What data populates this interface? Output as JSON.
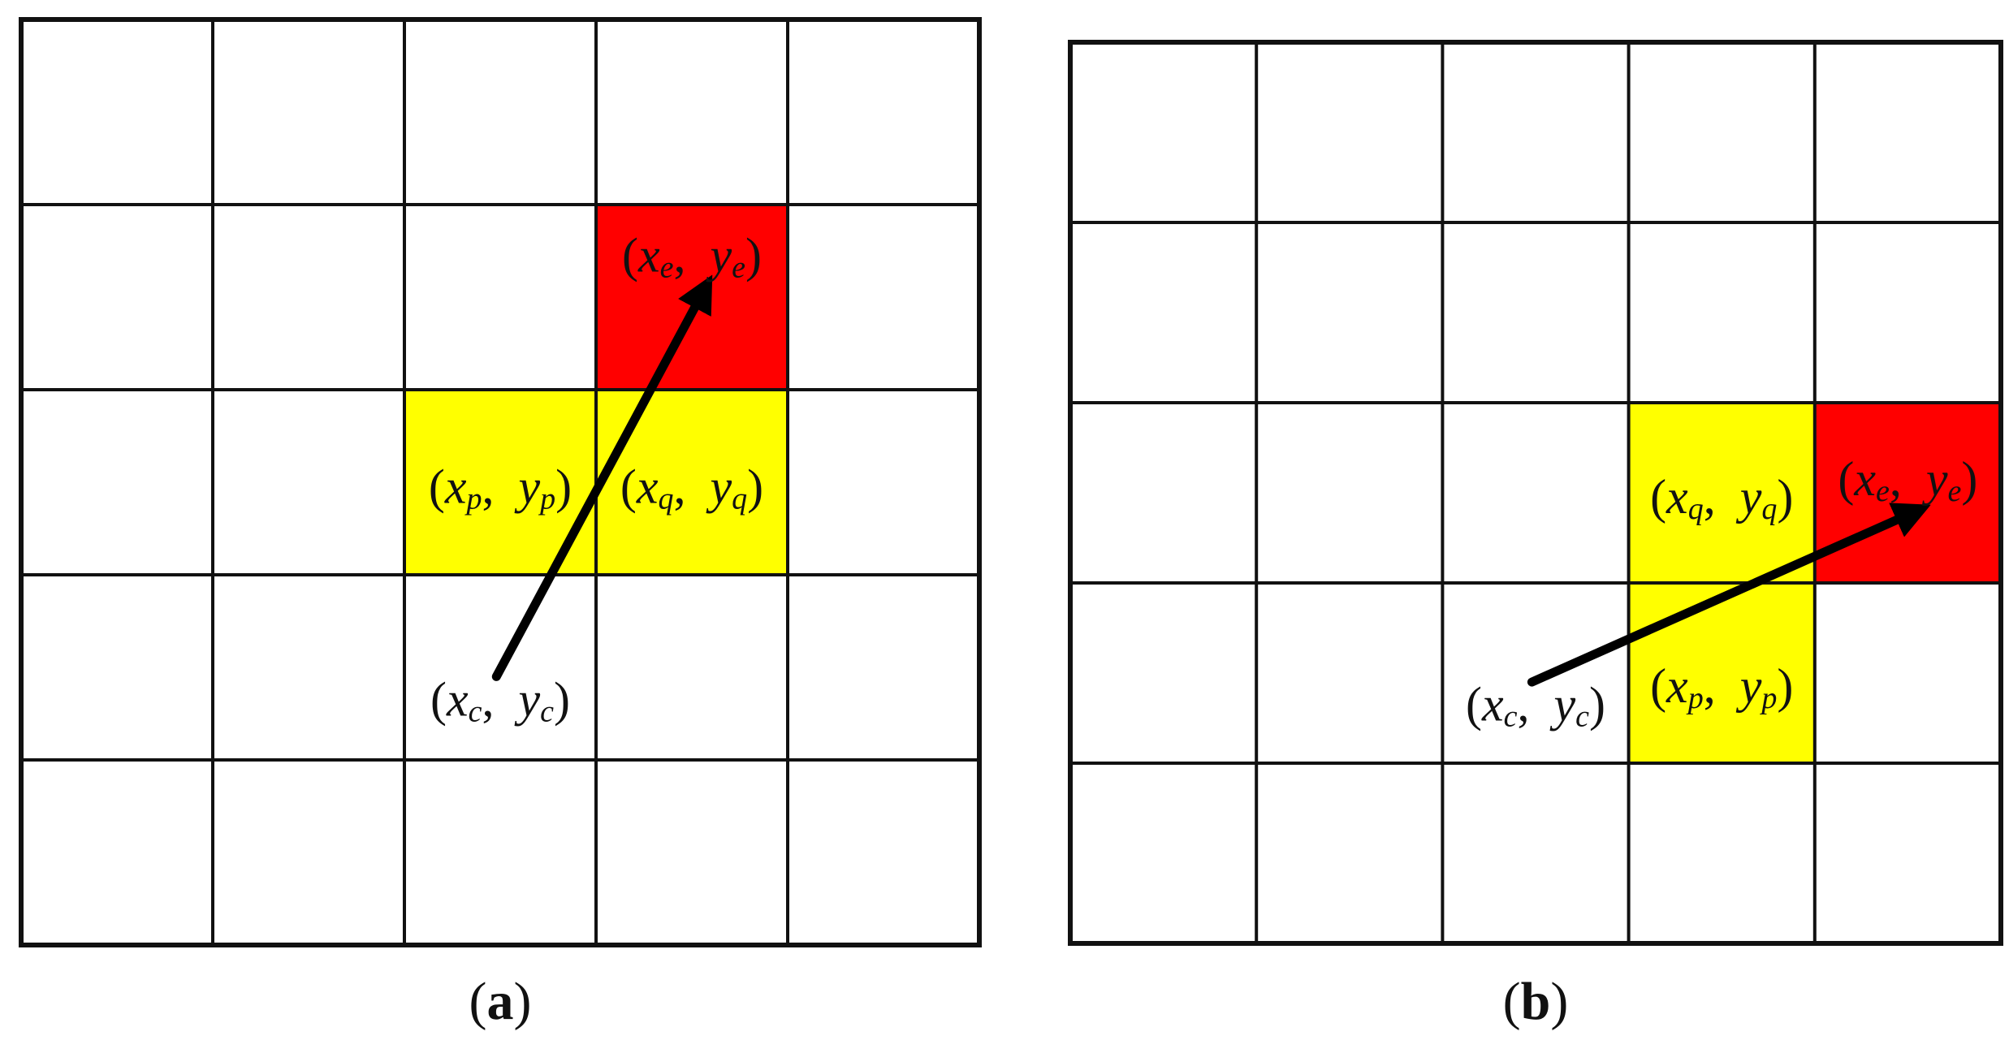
{
  "colors": {
    "endpoint": "#ff0000",
    "neighbor": "#ffff00",
    "grid": "#111111",
    "arrow": "#000000",
    "background": "#ffffff"
  },
  "grid": {
    "rows": 5,
    "cols": 5
  },
  "panels": [
    {
      "id": "a",
      "caption": {
        "open": "(",
        "letter": "a",
        "close": ")"
      },
      "cells": [
        {
          "role": "endpoint",
          "row": 1,
          "col": 3
        },
        {
          "role": "neighbor",
          "row": 2,
          "col": 2
        },
        {
          "role": "neighbor",
          "row": 2,
          "col": 3
        }
      ],
      "labels": [
        {
          "id": "xe-ye",
          "row": 1.3,
          "col": 3.5,
          "x": "x",
          "xs": "e",
          "y": "y",
          "ys": "e"
        },
        {
          "id": "xp-yp",
          "row": 2.55,
          "col": 2.5,
          "x": "x",
          "xs": "p",
          "y": "y",
          "ys": "p"
        },
        {
          "id": "xq-yq",
          "row": 2.55,
          "col": 3.5,
          "x": "x",
          "xs": "q",
          "y": "y",
          "ys": "q"
        },
        {
          "id": "xc-yc",
          "row": 3.7,
          "col": 2.5,
          "x": "x",
          "xs": "c",
          "y": "y",
          "ys": "c"
        }
      ],
      "arrow": {
        "from": {
          "row": 3.55,
          "col": 2.48
        },
        "to": {
          "row": 1.45,
          "col": 3.57
        }
      }
    },
    {
      "id": "b",
      "caption": {
        "open": "(",
        "letter": "b",
        "close": ")"
      },
      "cells": [
        {
          "role": "endpoint",
          "row": 2,
          "col": 4
        },
        {
          "role": "neighbor",
          "row": 2,
          "col": 3
        },
        {
          "role": "neighbor",
          "row": 3,
          "col": 3
        }
      ],
      "labels": [
        {
          "id": "xe-ye",
          "row": 2.45,
          "col": 4.5,
          "x": "x",
          "xs": "e",
          "y": "y",
          "ys": "e"
        },
        {
          "id": "xq-yq",
          "row": 2.55,
          "col": 3.5,
          "x": "x",
          "xs": "q",
          "y": "y",
          "ys": "q"
        },
        {
          "id": "xp-yp",
          "row": 3.6,
          "col": 3.5,
          "x": "x",
          "xs": "p",
          "y": "y",
          "ys": "p"
        },
        {
          "id": "xc-yc",
          "row": 3.7,
          "col": 2.5,
          "x": "x",
          "xs": "c",
          "y": "y",
          "ys": "c"
        }
      ],
      "arrow": {
        "from": {
          "row": 3.55,
          "col": 2.48
        },
        "to": {
          "row": 2.6,
          "col": 4.55
        }
      }
    }
  ]
}
